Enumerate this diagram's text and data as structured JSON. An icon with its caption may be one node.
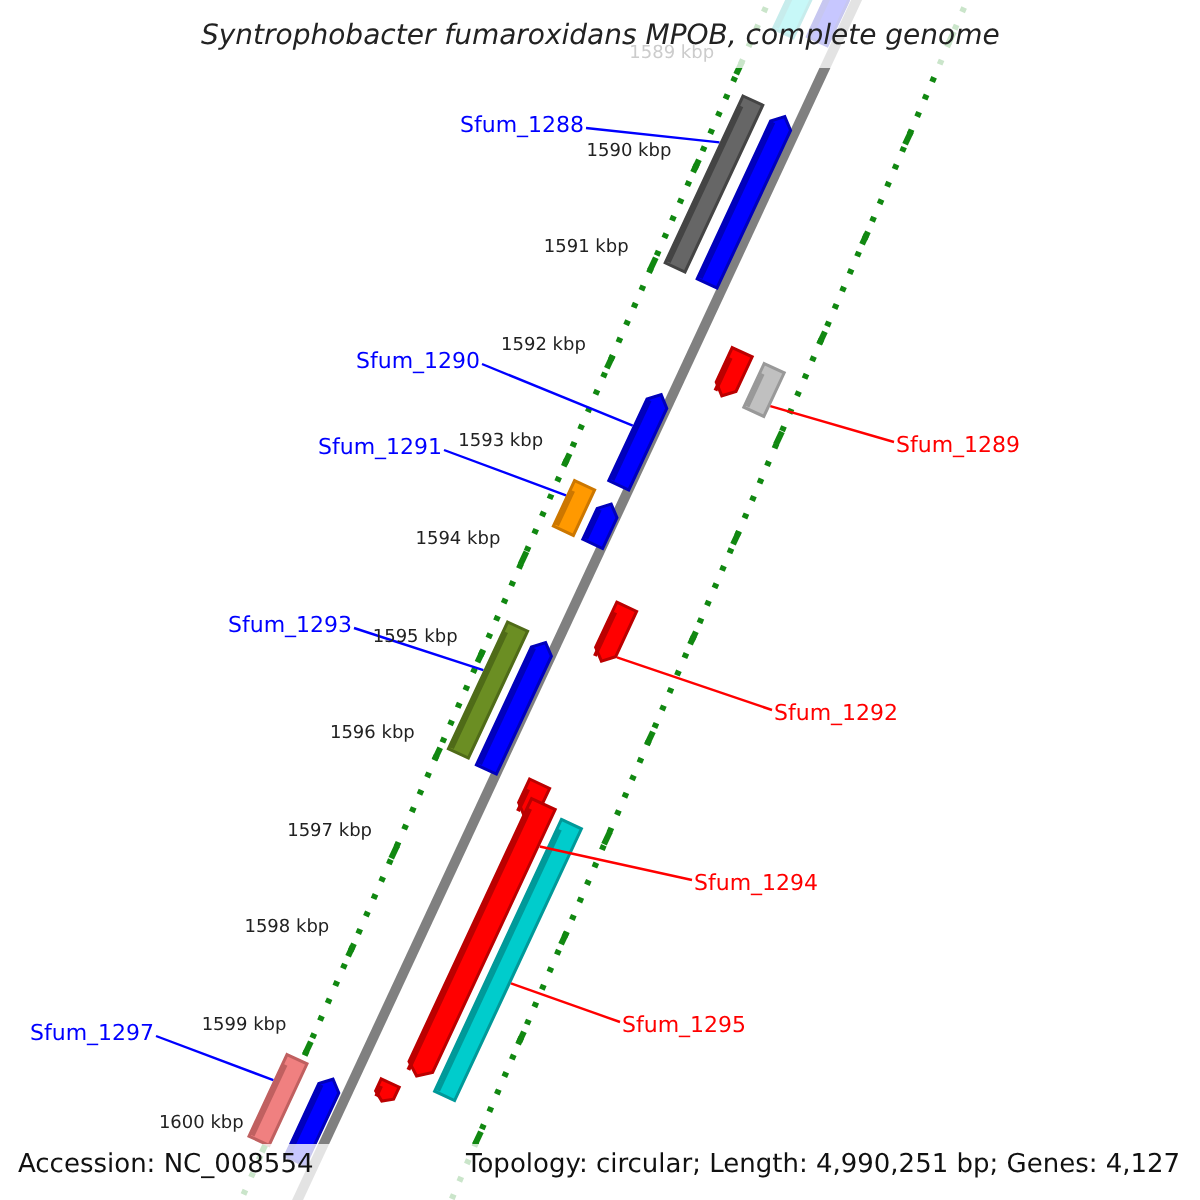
{
  "diagram": {
    "title": "Syntrophobacter fumaroxidans MPOB, complete genome",
    "nodes": [
      {
        "text": [
          "Sfum_1288"
        ]
      },
      {
        "text": [],
        "shape": "bar"
      },
      {
        "text": [
          "Sfum_1290"
        ]
      },
      {
        "text": [],
        "shape": "bar"
      },
      {
        "text": [
          "Sfum_1289"
        ]
      },
      {
        "text": [],
        "shape": "bar"
      },
      {
        "text": [
          "Sfum_1291"
        ]
      },
      {
        "text": [],
        "shape": "bar"
      },
      {
        "text": [
          "Sfum_1293"
        ]
      },
      {
        "text": [],
        "shape": "bar"
      },
      {
        "text": [
          "Sfum_1292"
        ]
      },
      {
        "text": [],
        "shape": "bar"
      },
      {
        "text": [
          "Sfum_1294"
        ]
      },
      {
        "text": [],
        "shape": "bar"
      },
      {
        "text": [
          "Sfum_1295"
        ]
      },
      {
        "text": [],
        "shape": "bar"
      },
      {
        "text": [
          "Sfum_1297"
        ]
      },
      {
        "text": [],
        "shape": "bar"
      }
    ],
    "edges": [
      {
        "from": 0,
        "to": 1,
        "arrow": "none",
        "color": "#0000ff"
      },
      {
        "from": 2,
        "to": 3,
        "arrow": "none",
        "color": "#0000ff"
      },
      {
        "from": 4,
        "to": 5,
        "arrow": "none",
        "color": "#ff0000"
      },
      {
        "from": 6,
        "to": 7,
        "arrow": "none",
        "color": "#0000ff"
      },
      {
        "from": 8,
        "to": 9,
        "arrow": "none",
        "color": "#0000ff"
      },
      {
        "from": 10,
        "to": 11,
        "arrow": "none",
        "color": "#ff0000"
      },
      {
        "from": 12,
        "to": 13,
        "arrow": "none",
        "color": "#ff0000"
      },
      {
        "from": 14,
        "to": 15,
        "arrow": "none",
        "color": "#ff0000"
      },
      {
        "from": 16,
        "to": 17,
        "arrow": "none",
        "color": "#0000ff"
      }
    ],
    "labels": [
      "1589 kbp",
      "1590 kbp",
      "1591 kbp",
      "1592 kbp",
      "1593 kbp",
      "1594 kbp",
      "1595 kbp",
      "1596 kbp",
      "1597 kbp",
      "1598 kbp",
      "1599 kbp",
      "1600 kbp",
      "Accession: NC_008554",
      "Topology: circular; Length: 4,990,251 bp; Genes: 4,127"
    ]
  }
}
